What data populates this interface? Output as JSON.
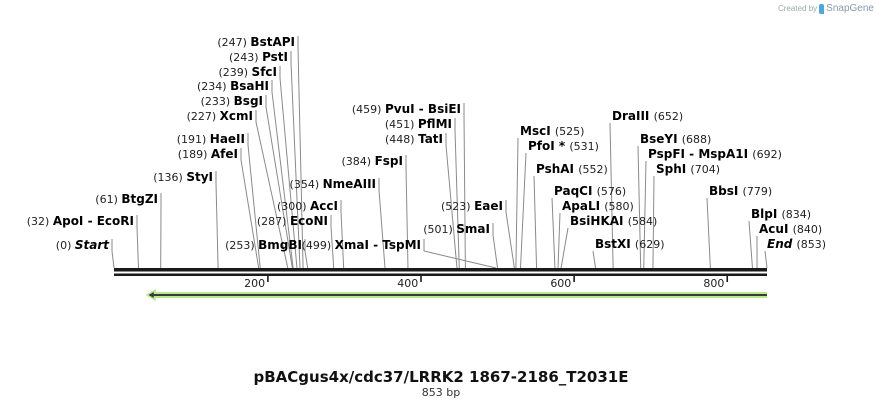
{
  "header": {
    "credit_prefix": "Created by",
    "credit_brand": "SnapGene"
  },
  "map": {
    "title": "pBACgus4x/cdc37/LRRK2 1867-2186_T2031E",
    "length_label": "853 bp",
    "length_bp": 853,
    "ruler_ticks": [
      "200",
      "400",
      "600",
      "800"
    ],
    "feature": {
      "direction": "reverse",
      "start": 44,
      "end": 853,
      "color": "#a6e07a",
      "stroke": "#3a3a3a"
    },
    "colors": {
      "backbone": "#1a1a1a",
      "leader": "#888888",
      "feature_fill": "#b6ea8c"
    }
  },
  "sites_left": [
    {
      "pos": "(0)",
      "name": "Start",
      "italic": true,
      "bp": 0
    },
    {
      "pos": "(32)",
      "name": "ApoI  - EcoRI",
      "bp": 32
    },
    {
      "pos": "(61)",
      "name": "BtgZI",
      "bp": 61
    },
    {
      "pos": "(136)",
      "name": "StyI",
      "bp": 136
    },
    {
      "pos": "(189)",
      "name": "AfeI",
      "bp": 189
    },
    {
      "pos": "(191)",
      "name": "HaeII",
      "bp": 191
    },
    {
      "pos": "(227)",
      "name": "XcmI",
      "bp": 227
    },
    {
      "pos": "(233)",
      "name": "BsgI",
      "bp": 233
    },
    {
      "pos": "(234)",
      "name": "BsaHI",
      "bp": 234
    },
    {
      "pos": "(239)",
      "name": "SfcI",
      "bp": 239
    },
    {
      "pos": "(243)",
      "name": "PstI",
      "bp": 243
    },
    {
      "pos": "(247)",
      "name": "BstAPI",
      "bp": 247
    },
    {
      "pos": "(253)",
      "name": "BmgBI",
      "bp": 253
    },
    {
      "pos": "(287)",
      "name": "EcoNI",
      "bp": 287
    },
    {
      "pos": "(300)",
      "name": "AccI",
      "bp": 300
    },
    {
      "pos": "(354)",
      "name": "NmeAIII",
      "bp": 354
    },
    {
      "pos": "(384)",
      "name": "FspI",
      "bp": 384
    },
    {
      "pos": "(448)",
      "name": "TatI",
      "bp": 448
    },
    {
      "pos": "(451)",
      "name": "PflMI",
      "bp": 451
    },
    {
      "pos": "(459)",
      "name": "PvuI  - BsiEI",
      "bp": 459
    },
    {
      "pos": "(499)",
      "name": "XmaI  - TspMI",
      "bp": 499
    },
    {
      "pos": "(501)",
      "name": "SmaI",
      "bp": 501
    },
    {
      "pos": "(523)",
      "name": "EaeI",
      "bp": 523
    }
  ],
  "sites_right": [
    {
      "name": "MscI",
      "pos": "(525)",
      "bp": 525
    },
    {
      "name": "PfoI *",
      "pos": "(531)",
      "bp": 531
    },
    {
      "name": "PshAI",
      "pos": "(552)",
      "bp": 552
    },
    {
      "name": "PaqCI",
      "pos": "(576)",
      "bp": 576
    },
    {
      "name": "ApaLI",
      "pos": "(580)",
      "bp": 580
    },
    {
      "name": "BsiHKAI",
      "pos": "(584)",
      "bp": 584
    },
    {
      "name": "BstXI",
      "pos": "(629)",
      "bp": 629
    },
    {
      "name": "DraIII",
      "pos": "(652)",
      "bp": 652
    },
    {
      "name": "BseYI",
      "pos": "(688)",
      "bp": 688
    },
    {
      "name": "PspFI  - MspA1I",
      "pos": "(692)",
      "bp": 692
    },
    {
      "name": "SphI",
      "pos": "(704)",
      "bp": 704
    },
    {
      "name": "BbsI",
      "pos": "(779)",
      "bp": 779
    },
    {
      "name": "BlpI",
      "pos": "(834)",
      "bp": 834
    },
    {
      "name": "AcuI",
      "pos": "(840)",
      "bp": 840
    },
    {
      "name": "End",
      "pos": "(853)",
      "italic": true,
      "bp": 853
    }
  ]
}
